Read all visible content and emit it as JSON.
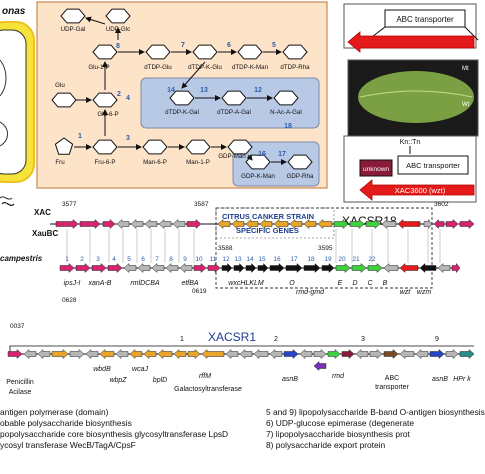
{
  "top_left": {
    "label": "onas"
  },
  "pathway": {
    "nodes": {
      "udp_gal": "UDP-Gal",
      "udp_glc": "UDP-Glc",
      "glu1p": "Glu-1-P",
      "dtdp_glu": "dTDP-Glu",
      "dtdp_k_glu": "dTDP-K-Glu",
      "dtdp_k_man": "dTDP-K-Man",
      "dtdp_rha": "dTDP-Rha",
      "glu": "Glu",
      "glu6p": "Glu-6-P",
      "dtdp_k_gal": "dTDP-K-Gal",
      "dtdp_a_gal": "dTDP-A-Gal",
      "n_ac_a_gal": "N-Ac-A-Gal",
      "fru": "Fru",
      "fru6p": "Fru-6-P",
      "man6p": "Man-6-P",
      "man1p": "Man-1-P",
      "gdp_man": "GDP-Man",
      "gdp_k_man": "GDP-K-Man",
      "gdp_rha": "GDP-Rha"
    },
    "steps": [
      "8",
      "7",
      "6",
      "5",
      "1",
      "3",
      "4",
      "14",
      "13",
      "12",
      "2",
      "16",
      "17",
      "18"
    ]
  },
  "right_panel": {
    "abc_top": "ABC transporter",
    "leaf_mt": "Mt",
    "leaf_wt": "Wt",
    "kn_tn": "Kn::Tn",
    "unknown": "unknown",
    "abc_bottom": "ABC transporter",
    "xac3600": "XAC3600 (wzt)"
  },
  "cluster1": {
    "org1": "XAC",
    "org2": "XauBC",
    "n3577": "3577",
    "n3587": "3587",
    "n3588": "3588",
    "n3595": "3595",
    "n3602": "3602",
    "box_title": "CITRUS CANKER STRAIN",
    "specific": "SPECIFIC GENES",
    "xacsr18": "XACSR18"
  },
  "cluster2": {
    "org": "campestris",
    "numbers": [
      "1",
      "2",
      "3",
      "4",
      "5",
      "6",
      "7",
      "8",
      "9",
      "10",
      "11",
      "12",
      "13",
      "14",
      "15",
      "16",
      "17",
      "18",
      "19",
      "20",
      "21",
      "22"
    ],
    "n0628": "0628",
    "n0619": "0619",
    "genes": {
      "ipsi": "ipsJ-I",
      "xanab": "xanA-B",
      "rmldcba": "rmlDCBA",
      "etfba": "etfBA",
      "wxchlklm": "wxcHLKLM",
      "o": "O",
      "rmdgmd": "rmd-gmd",
      "e": "E",
      "d": "D",
      "c": "C",
      "b": "B",
      "wzt": "wzt",
      "wzm": "wzm"
    }
  },
  "cluster3": {
    "n0037": "0037",
    "xacsr1": "XACSR1",
    "n1": "1",
    "n2": "2",
    "n3": "3",
    "n9": "9",
    "penicillin": "Penicillin",
    "acilase": "Acilase",
    "genes": {
      "wbdb": "wbdB",
      "wbpz": "wbpZ",
      "wcaj": "wcaJ",
      "bpld": "bplD",
      "rffm": "rffM",
      "galacto": "Galactosyltransferase",
      "asnb1": "asnB",
      "rmd": "rmd",
      "abc1": "ABC",
      "abc2": "transporter",
      "asnb2": "asnB",
      "hpr": "HPr k"
    }
  },
  "legend": {
    "left": [
      "antigen polymerase (domain)",
      "obable polysaccharide biosynthesis",
      "popolysaccharide core biosynthesis glycosyltransferase LpsD",
      "ycosyl transferase WecB/TagA/CpsF"
    ],
    "right": [
      "5 and 9) lipopolysaccharide B-band O-antigen biosynthesis",
      "6) UDP-glucose epimerase (degenerate",
      "7) lipopolysaccharide biosynthesis prot",
      "8) polysaccharide export protein"
    ]
  },
  "colors": {
    "magenta": "#d6246e",
    "grey": "#b7b7b7",
    "orange": "#e8a52a",
    "green": "#3fd13f",
    "red": "#e51b1b",
    "black": "#111111",
    "blue": "#2745c9",
    "brown": "#7a4a27",
    "purple": "#7a2fb5",
    "teal": "#2a8f8a",
    "lightblue": "#b8c9e6",
    "peach": "#fde3c8",
    "yellow": "#f7e23a",
    "darkred": "#8a1a3a"
  }
}
